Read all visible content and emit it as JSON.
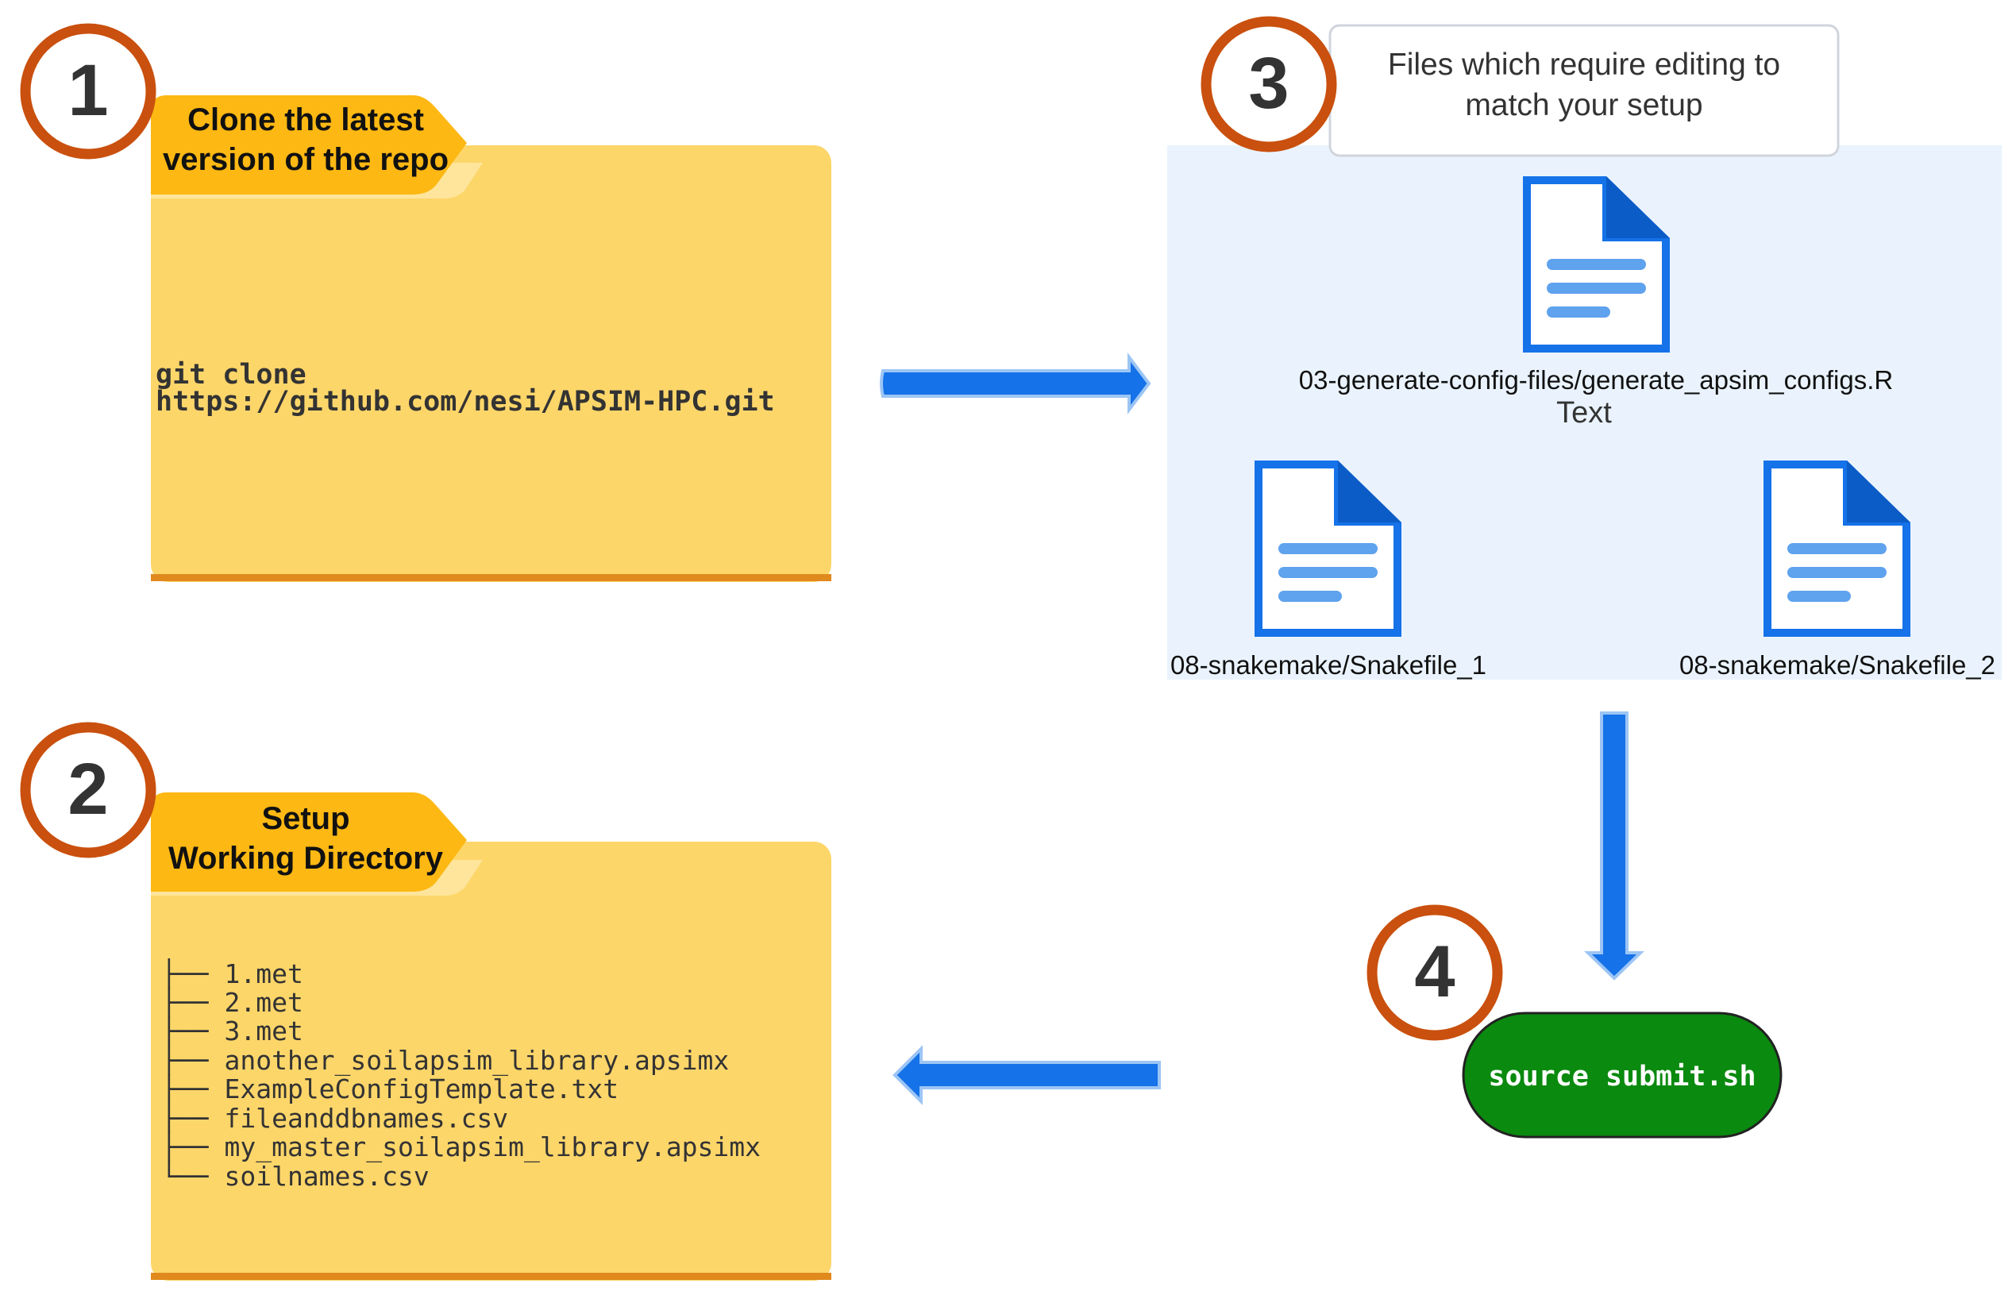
{
  "steps": [
    {
      "number": "1",
      "title_lines": [
        "Clone the latest",
        "version of the repo"
      ]
    },
    {
      "number": "2",
      "title_lines": [
        "Setup",
        "Working Directory"
      ]
    },
    {
      "number": "3",
      "callout_lines": [
        "Files which require editing to",
        "match your setup"
      ]
    },
    {
      "number": "4",
      "command": "source submit.sh"
    }
  ],
  "clone_command_lines": [
    "git clone",
    "https://github.com/nesi/APSIM-HPC.git"
  ],
  "files": [
    {
      "name": "03-generate-config-files/generate_apsim_configs.R",
      "sub": "Text",
      "icon": "document-icon"
    },
    {
      "name": "08-snakemake/Snakefile_1",
      "icon": "document-icon"
    },
    {
      "name": "08-snakemake/Snakefile_2",
      "icon": "document-icon"
    }
  ],
  "working_dir_tree": [
    "├── 1.met",
    "├── 2.met",
    "├── 3.met",
    "├── another_soilapsim_library.apsimx",
    "├── ExampleConfigTemplate.txt",
    "├── fileanddbnames.csv",
    "├── my_master_soilapsim_library.apsimx",
    "└── soilnames.csv"
  ],
  "colors": {
    "folder_body": "#FDD66A",
    "folder_tab": "#FDB813",
    "folder_bottom": "#E08A1E",
    "circle_border": "#C9500E",
    "arrow": "#1572E8",
    "panel_bg": "#EAF3FD",
    "doc_blue": "#1572E8",
    "command_bg": "#0A8A0F"
  }
}
